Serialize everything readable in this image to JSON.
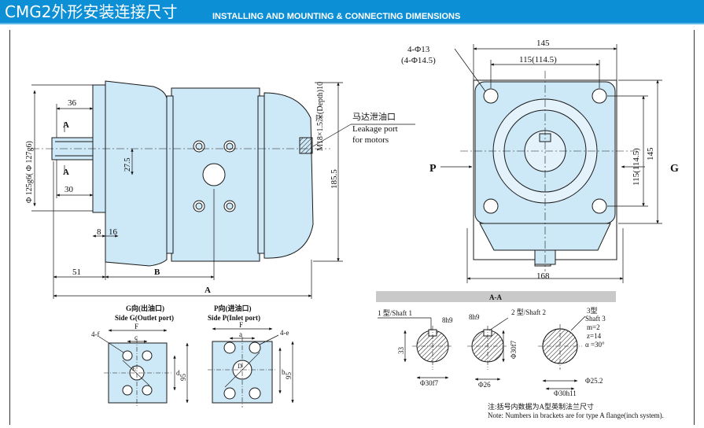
{
  "header": {
    "title_cn": "CMG2外形安装连接尺寸",
    "title_en": "INSTALLING AND MOUNTING & CONNECTING DIMENSIONS"
  },
  "side_view": {
    "dim_36": "36",
    "section_a_top": "A",
    "section_a_bottom": "A",
    "dim_30": "30",
    "dim_dia": "Φ 125g6( Φ 127g6)",
    "dim_27_5": "27.5",
    "dim_8": "8",
    "dim_16": "16",
    "dim_51": "51",
    "dim_B": "B",
    "dim_A": "A",
    "dim_185_5": "185.5",
    "port_thread": "M18×1.5深(Depth)10",
    "leak_cn": "马达泄油口",
    "leak_en1": "Leakage port",
    "leak_en2": "for motors"
  },
  "end_view": {
    "holes_label": "4-Φ13",
    "holes_label_alt": "(4-Φ14.5)",
    "dim_145_top": "145",
    "dim_115_top": "115(114.5)",
    "dim_115_right": "115(114.5)",
    "dim_145_right": "145",
    "dim_168": "168",
    "side_P": "P",
    "side_G": "G"
  },
  "port_views": {
    "g_title_cn": "G向(出油口)",
    "g_title_en": "Side G(Outlet port)",
    "p_title_cn": "P向(进油口)",
    "p_title_en": "Side P(Inlet port)",
    "g_F": "F",
    "g_c": "c",
    "g_4f": "4-f",
    "g_d": "d",
    "g_95": "95",
    "g_E": "E",
    "p_F": "F",
    "p_a": "a",
    "p_4e": "4-e",
    "p_b": "b",
    "p_95": "95",
    "p_D": "D"
  },
  "shaft_section": {
    "title": "A-A",
    "shaft1_label": "1 型/Shaft 1",
    "shaft1_key": "8h9",
    "shaft1_dim_33": "33",
    "shaft1_dia": "Φ30f7",
    "shaft2_label": "2 型/Shaft 2",
    "shaft2_key": "8h9",
    "shaft2_dia": "Φ30f7",
    "shaft2_dia2": "Φ26",
    "shaft3_label": "3型",
    "shaft3_en": "Shaft 3",
    "spline_m": "m=2",
    "spline_z": "z=14",
    "spline_a": "α =30°",
    "shaft3_dia": "Φ25.2",
    "shaft3_dia2": "Φ30h11"
  },
  "notes": {
    "cn": "注:括号内数据为A型英制法兰尺寸",
    "en": "Note: Numbers in brackets are for type A flange(inch system)."
  },
  "colors": {
    "header_bg": "#0c8fd4",
    "body_fill": "#cde8f6",
    "line": "#1a1a1a"
  }
}
